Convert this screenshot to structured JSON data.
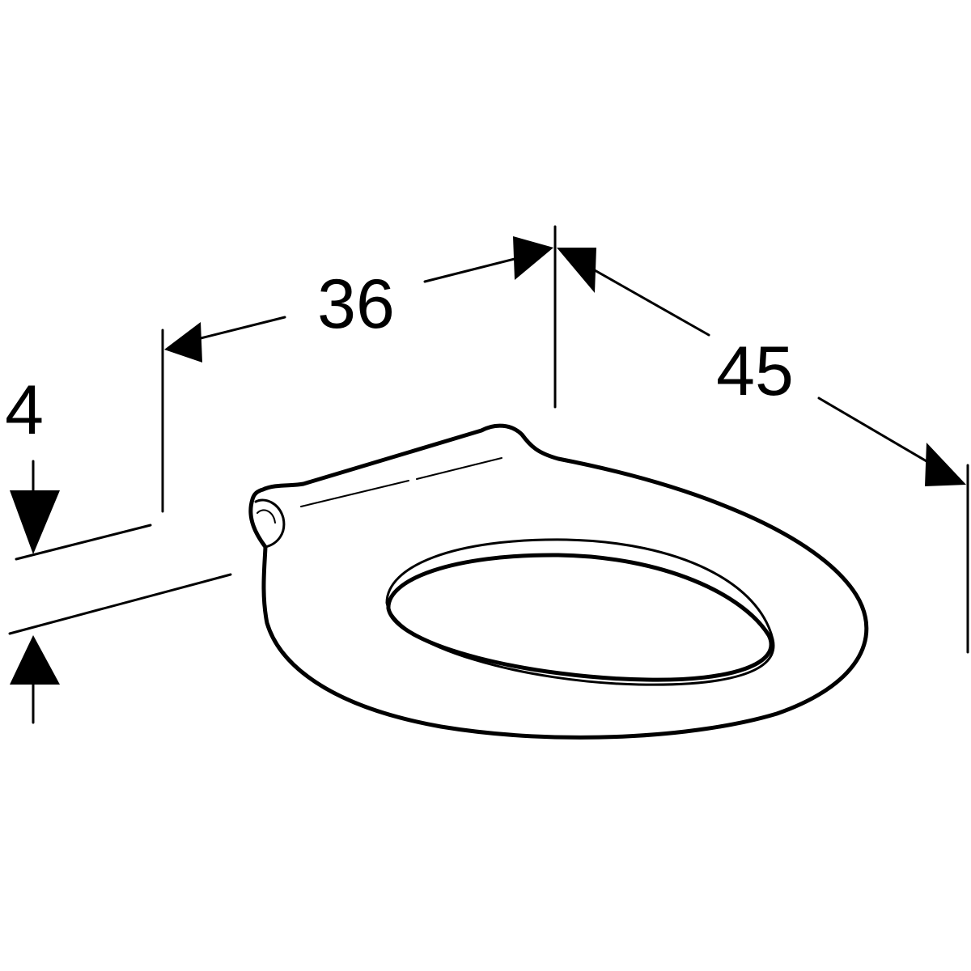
{
  "dimensions": {
    "width_label": "36",
    "depth_label": "45",
    "height_label": "4"
  },
  "colors": {
    "line": "#000000",
    "background": "#ffffff"
  }
}
